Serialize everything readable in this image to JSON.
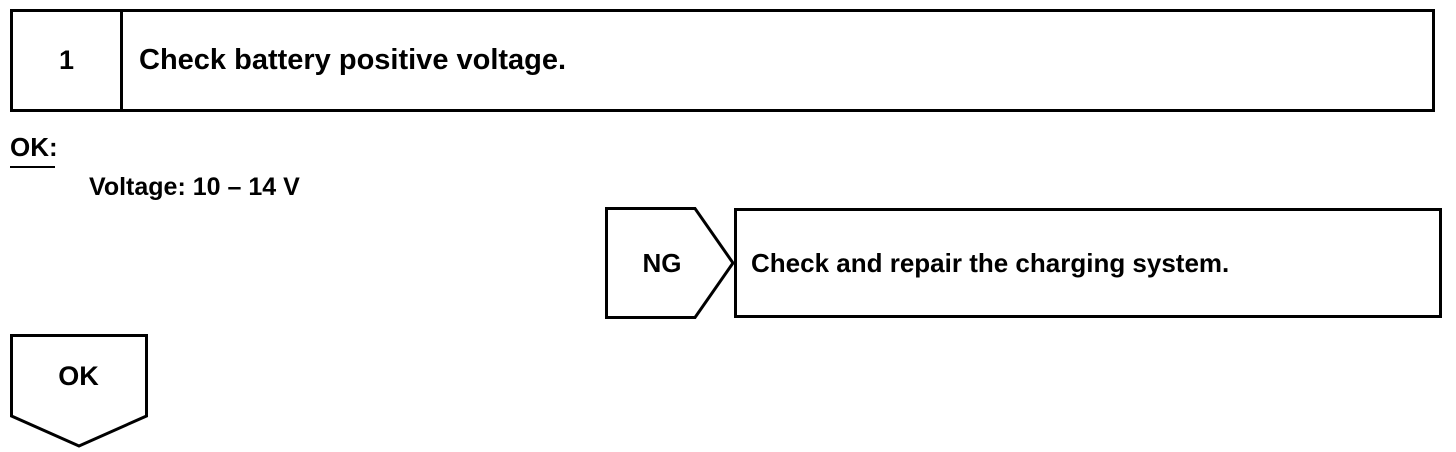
{
  "step": {
    "number": "1",
    "title": "Check battery positive voltage."
  },
  "criteria": {
    "ok_label": "OK:",
    "voltage": "Voltage: 10 – 14 V"
  },
  "ng_branch": {
    "label": "NG",
    "action": "Check and repair the charging system."
  },
  "ok_branch": {
    "label": "OK"
  }
}
